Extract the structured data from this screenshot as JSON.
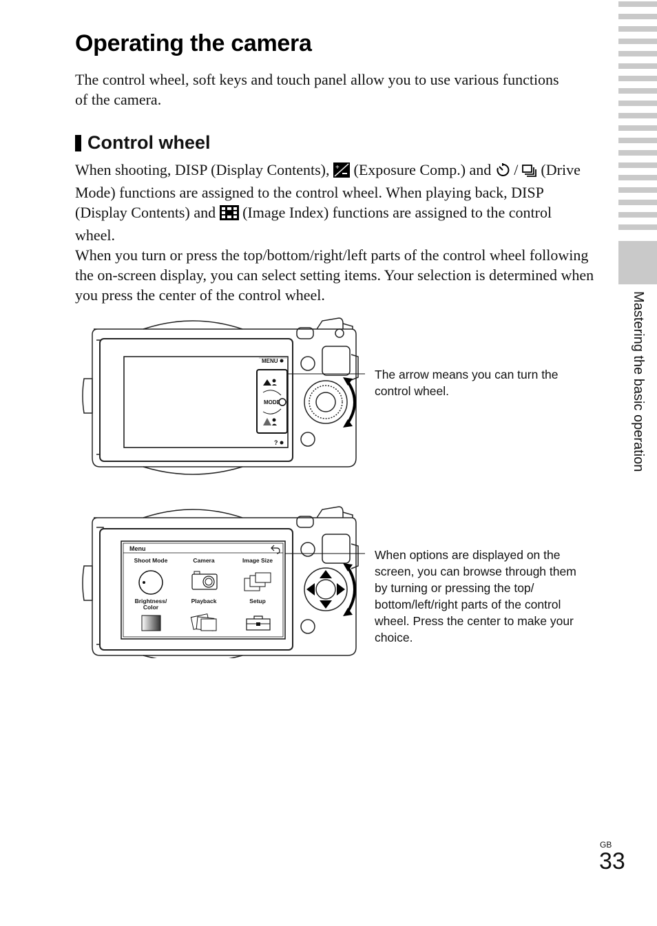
{
  "page": {
    "title": "Operating the camera",
    "intro": "The control wheel, soft keys and touch panel allow you to use various functions of the camera.",
    "section_title": "Control wheel",
    "body_p1_a": "When shooting, DISP (Display Contents),",
    "body_p1_b": "(Exposure Comp.) and",
    "body_p1_c": "(Drive Mode)  functions are assigned to the control wheel. When playing back, DISP (Display Contents) and",
    "body_p1_d": "(Image Index) functions are assigned to the control wheel.",
    "body_p2": "When you turn or press the top/bottom/right/left parts of the control wheel following the on-screen display, you can select setting items. Your selection is determined when you press the center of the control wheel.",
    "drive_separator": "/",
    "callout_1": "The arrow means you can turn the control wheel.",
    "callout_2": "When options are displayed on the screen, you can browse through them by turning or pressing the top/ bottom/left/right parts of the control wheel. Press the center to make your choice.",
    "side_label": "Mastering the basic operation",
    "region": "GB",
    "page_number": "33"
  },
  "screen1": {
    "menu_label": "MENU",
    "mode_label": "MODE",
    "help_label": "?"
  },
  "screen2": {
    "menu_title": "Menu",
    "items": [
      {
        "label": "Shoot Mode"
      },
      {
        "label": "Camera"
      },
      {
        "label": "Image Size"
      },
      {
        "label": "Brightness/"
      },
      {
        "label": "Playback"
      },
      {
        "label": "Setup"
      }
    ],
    "brightness_line2": "Color"
  },
  "icons": {
    "exposure": "exposure-comp-icon",
    "self_timer": "self-timer-icon",
    "drive": "continuous-drive-icon",
    "index": "image-index-icon"
  }
}
